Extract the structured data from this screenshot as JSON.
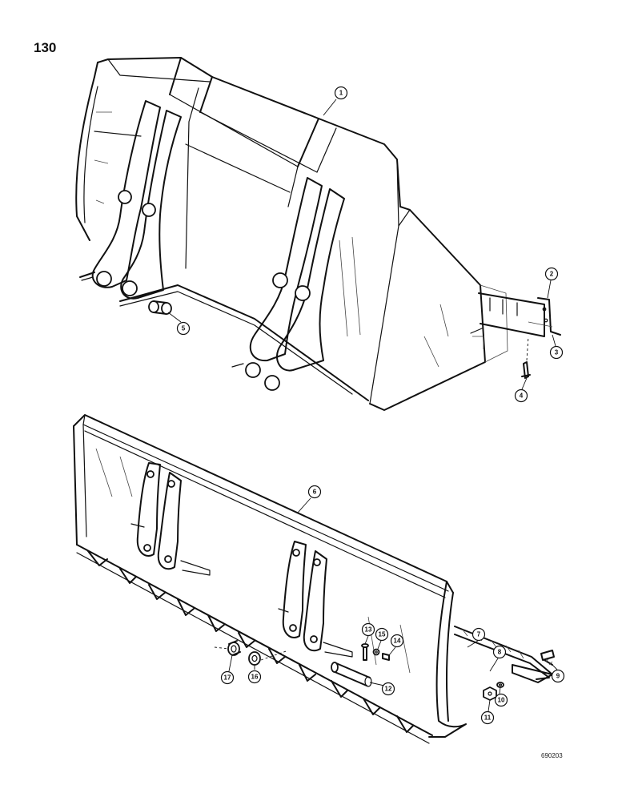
{
  "page": {
    "number": "130",
    "drawing_code": "690203"
  },
  "callouts": [
    {
      "id": "1",
      "label": "1"
    },
    {
      "id": "2",
      "label": "2"
    },
    {
      "id": "3",
      "label": "3"
    },
    {
      "id": "4",
      "label": "4"
    },
    {
      "id": "5",
      "label": "5"
    },
    {
      "id": "6",
      "label": "6"
    },
    {
      "id": "7",
      "label": "7"
    },
    {
      "id": "8",
      "label": "8"
    },
    {
      "id": "9",
      "label": "9"
    },
    {
      "id": "10",
      "label": "10"
    },
    {
      "id": "11",
      "label": "11"
    },
    {
      "id": "12",
      "label": "12"
    },
    {
      "id": "13",
      "label": "13"
    },
    {
      "id": "14",
      "label": "14"
    },
    {
      "id": "15",
      "label": "15"
    },
    {
      "id": "16",
      "label": "16"
    },
    {
      "id": "17",
      "label": "17"
    }
  ]
}
